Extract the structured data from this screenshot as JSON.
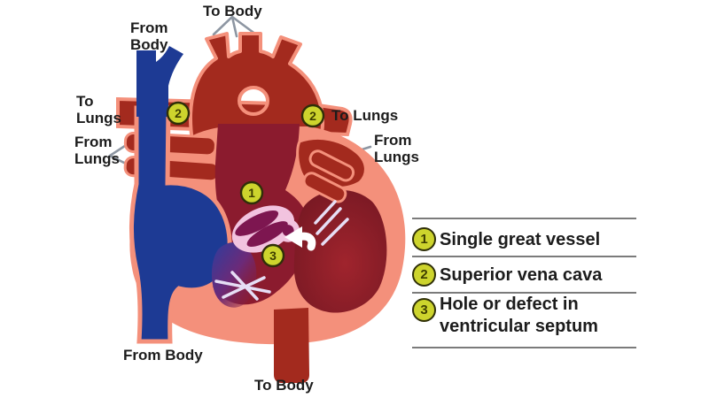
{
  "labels": {
    "from_body_top": "From\nBody",
    "to_body_top": "To Body",
    "to_lungs_left": "To\nLungs",
    "from_lungs_left": "From\nLungs",
    "to_lungs_right": "To Lungs",
    "from_lungs_right": "From\nLungs",
    "from_body_bottom": "From Body",
    "to_body_bottom": "To Body"
  },
  "markers": {
    "great_vessel": "1",
    "svc_left": "2",
    "svc_right": "2",
    "vsd": "3"
  },
  "legend": {
    "items": [
      {
        "num": "1",
        "text": "Single great vessel"
      },
      {
        "num": "2",
        "text": "Superior vena cava"
      },
      {
        "num": "3",
        "text": "Hole or defect in ventricular septum"
      }
    ]
  },
  "colors": {
    "dark_red": "#a32a1e",
    "maroon": "#8b1b2e",
    "salmon": "#f4907b",
    "blue": "#1d3a94",
    "lv_red": "#9c232b",
    "lv_dark": "#7c1a26",
    "purple": "#5c2d85",
    "valve_pink": "#f2c3df",
    "valve_dark": "#7d1650",
    "chordae": "#e6def5",
    "marker_fill": "#cdd42d",
    "marker_border": "#2f2f08",
    "marker_text": "#3e3e00",
    "pointer_gray": "#8d96a2",
    "rule_gray": "#7b7b7b",
    "text": "#1c1c1c",
    "arrow_white": "#ffffff"
  }
}
